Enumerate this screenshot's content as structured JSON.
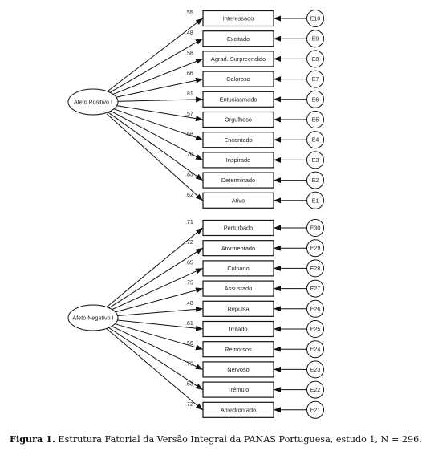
{
  "factors": [
    {
      "label": "Afeto Positivo I",
      "items": [
        "Interessado",
        "Excitado",
        "Agrad. Surpreendido",
        "Caloroso",
        "Entusiasmado",
        "Orgulhoso",
        "Encantado",
        "Inspirado",
        "Determinado",
        "Ativo"
      ],
      "errors": [
        "E10",
        "E9",
        "E8",
        "E7",
        "E6",
        "E5",
        "E4",
        "E3",
        "E2",
        "E1"
      ],
      "loadings": [
        ".55",
        ".48",
        ".58",
        ".66",
        ".81",
        ".57",
        ".68",
        ".70",
        ".83",
        ".62"
      ]
    },
    {
      "label": "Afeto Negativo I",
      "items": [
        "Perturbado",
        "Atormentado",
        "Culpado",
        "Assustado",
        "Repulsa",
        "Irritado",
        "Remorsos",
        "Nervoso",
        "Trêmulo",
        "Amedrontado"
      ],
      "errors": [
        "E30",
        "E29",
        "E28",
        "E27",
        "E26",
        "E25",
        "E24",
        "E23",
        "E22",
        "E21"
      ],
      "loadings": [
        ".71",
        ".72",
        ".65",
        ".75",
        ".48",
        ".61",
        ".56",
        ".70",
        ".53",
        ".72"
      ]
    }
  ],
  "caption": {
    "label": "Figura 1.",
    "text": " Estrutura Fatorial da Versão Integral da PANAS Portuguesa, estudo 1, N = 296."
  }
}
